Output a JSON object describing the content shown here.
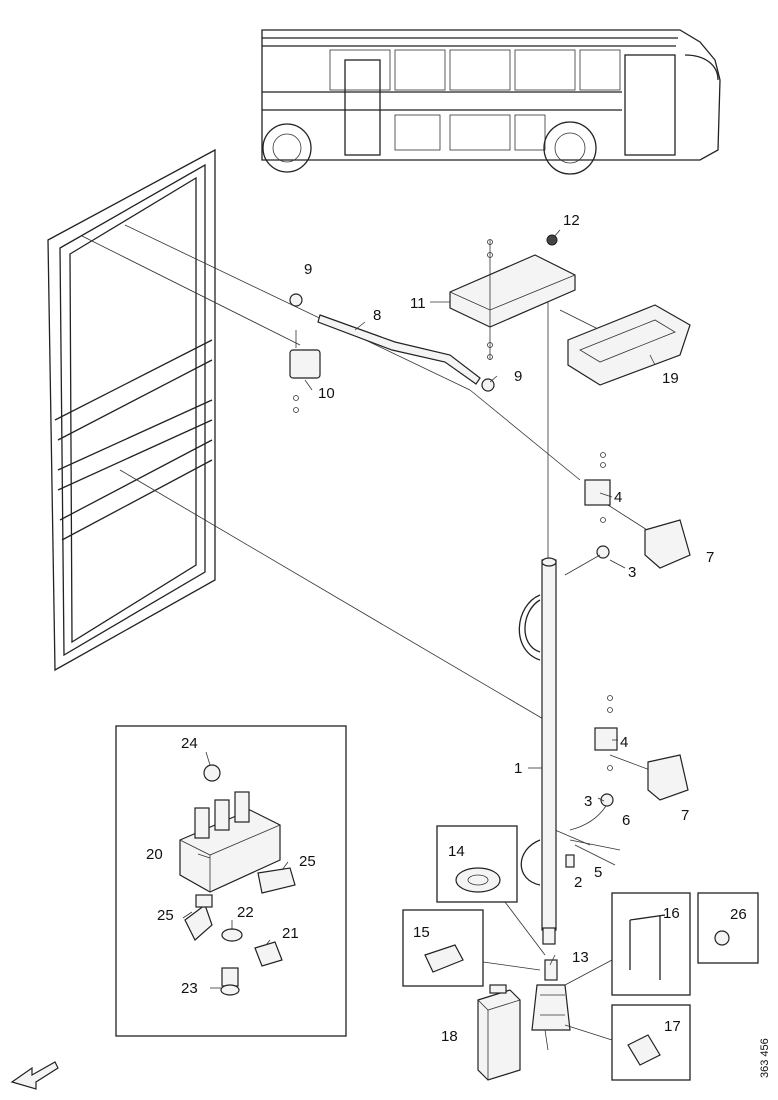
{
  "callouts": {
    "c1": "1",
    "c2": "2",
    "c3a": "3",
    "c3b": "3",
    "c4a": "4",
    "c4b": "4",
    "c5": "5",
    "c6": "6",
    "c7a": "7",
    "c7b": "7",
    "c8": "8",
    "c9a": "9",
    "c9b": "9",
    "c10": "10",
    "c11": "11",
    "c12": "12",
    "c13": "13",
    "c14": "14",
    "c15": "15",
    "c16": "16",
    "c17": "17",
    "c18": "18",
    "c19": "19",
    "c20": "20",
    "c21": "21",
    "c22": "22",
    "c23": "23",
    "c24": "24",
    "c25a": "25",
    "c25b": "25",
    "c26": "26"
  },
  "reference_code": "363 456"
}
